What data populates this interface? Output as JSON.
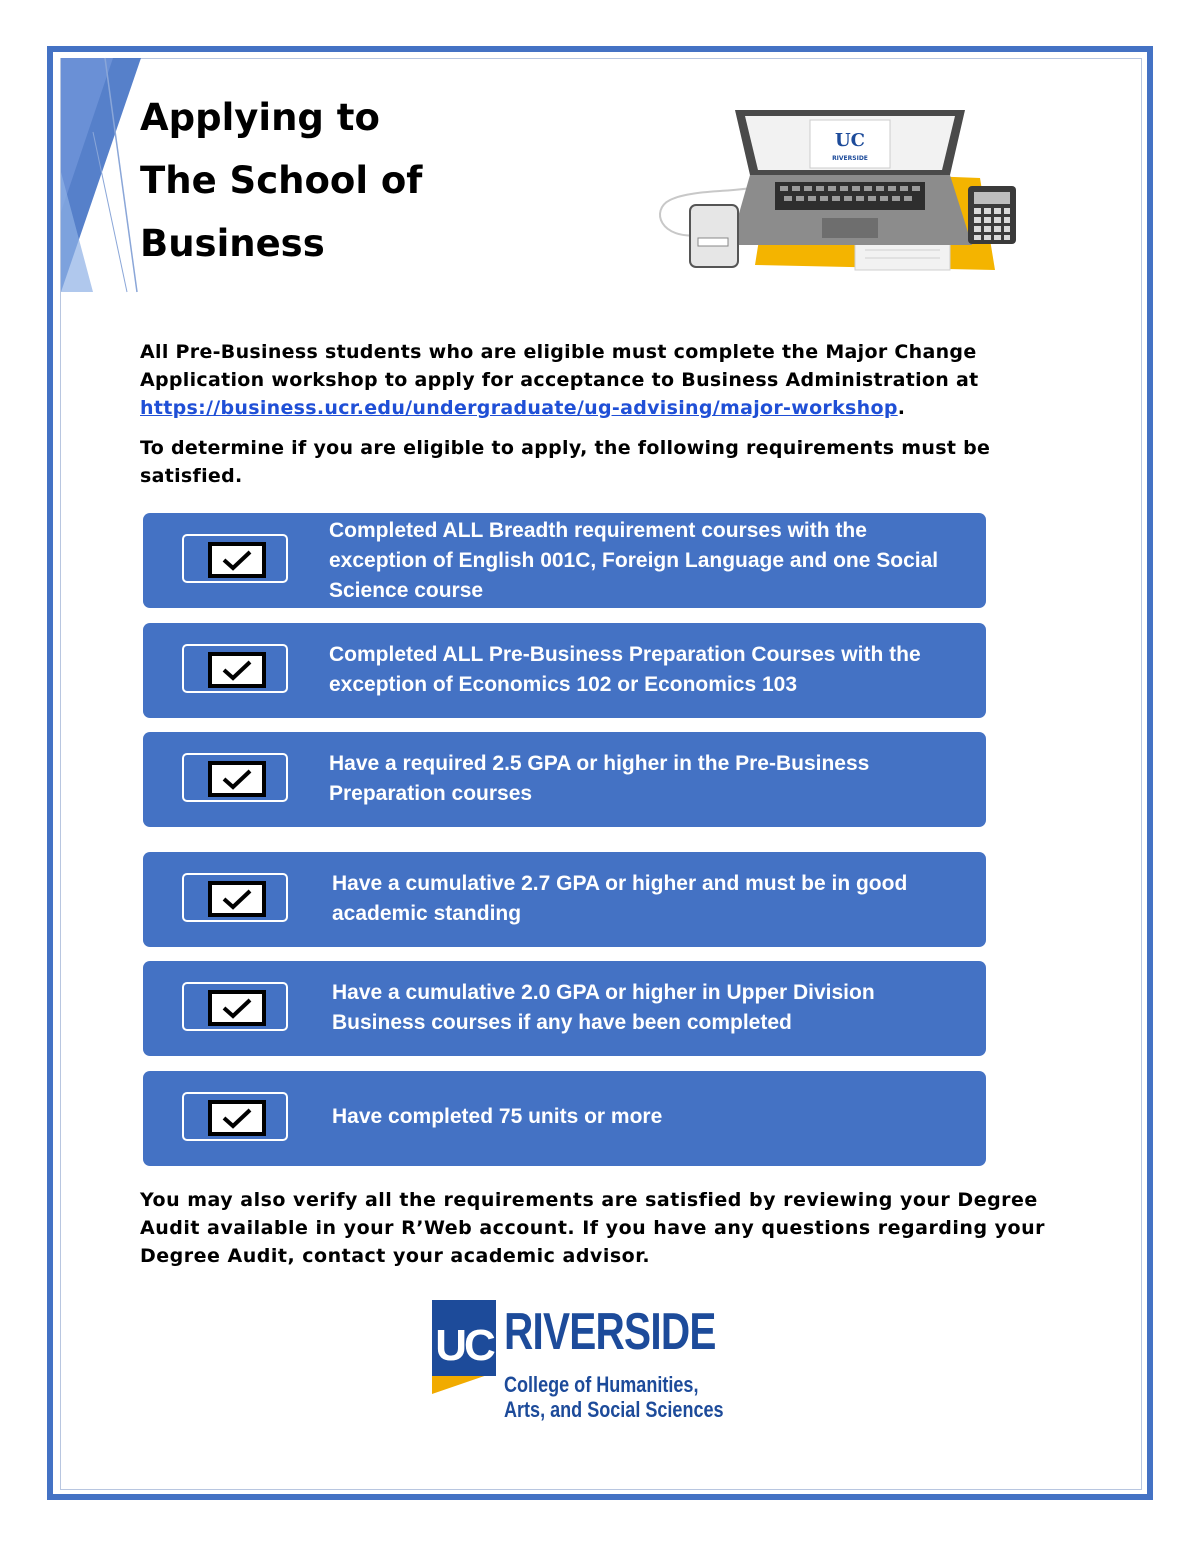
{
  "header": {
    "title_lines": [
      "Applying to",
      "The School of",
      "Business"
    ]
  },
  "illustration": {
    "laptop_logo_letters": "UC",
    "laptop_logo_word": "RIVERSIDE"
  },
  "intro": {
    "text": "All Pre-Business students who are eligible must complete the Major Change Application workshop to apply for acceptance to Business Administration at ",
    "link": "https://business.ucr.edu/undergraduate/ug-advising/major-workshop",
    "after_link": "."
  },
  "eligibility_text": "To determine if you are eligible to apply, the following requirements must be satisfied.",
  "requirements": [
    "Completed ALL Breadth requirement courses with the exception of English 001C, Foreign Language and one Social Science course",
    "Completed ALL Pre-Business Preparation Courses with the exception of Economics 102 or Economics 103",
    "Have a  required 2.5 GPA or higher in the Pre-Business Preparation courses",
    "Have a cumulative 2.7 GPA or higher and must be in good academic standing",
    "Have a cumulative 2.0 GPA or higher in Upper  Division Business courses if any have been completed",
    "Have completed 75 units or more"
  ],
  "outro": "You may also verify all the requirements are satisfied by reviewing your Degree Audit available in your R’Web account. If you have any questions regarding your Degree Audit, contact your academic advisor.",
  "logo": {
    "uc": "UC",
    "name": "RIVERSIDE",
    "college_line1": "College of Humanities,",
    "college_line2": "Arts, and Social Sciences"
  },
  "colors": {
    "accent_blue": "#4472c4",
    "ucr_blue": "#1d4b9a",
    "ucr_gold": "#f1ab00",
    "link_blue": "#1f4fd6"
  },
  "icons": [
    "checkbox-icon",
    "laptop-illustration",
    "calculator-icon",
    "tablet-icon"
  ]
}
